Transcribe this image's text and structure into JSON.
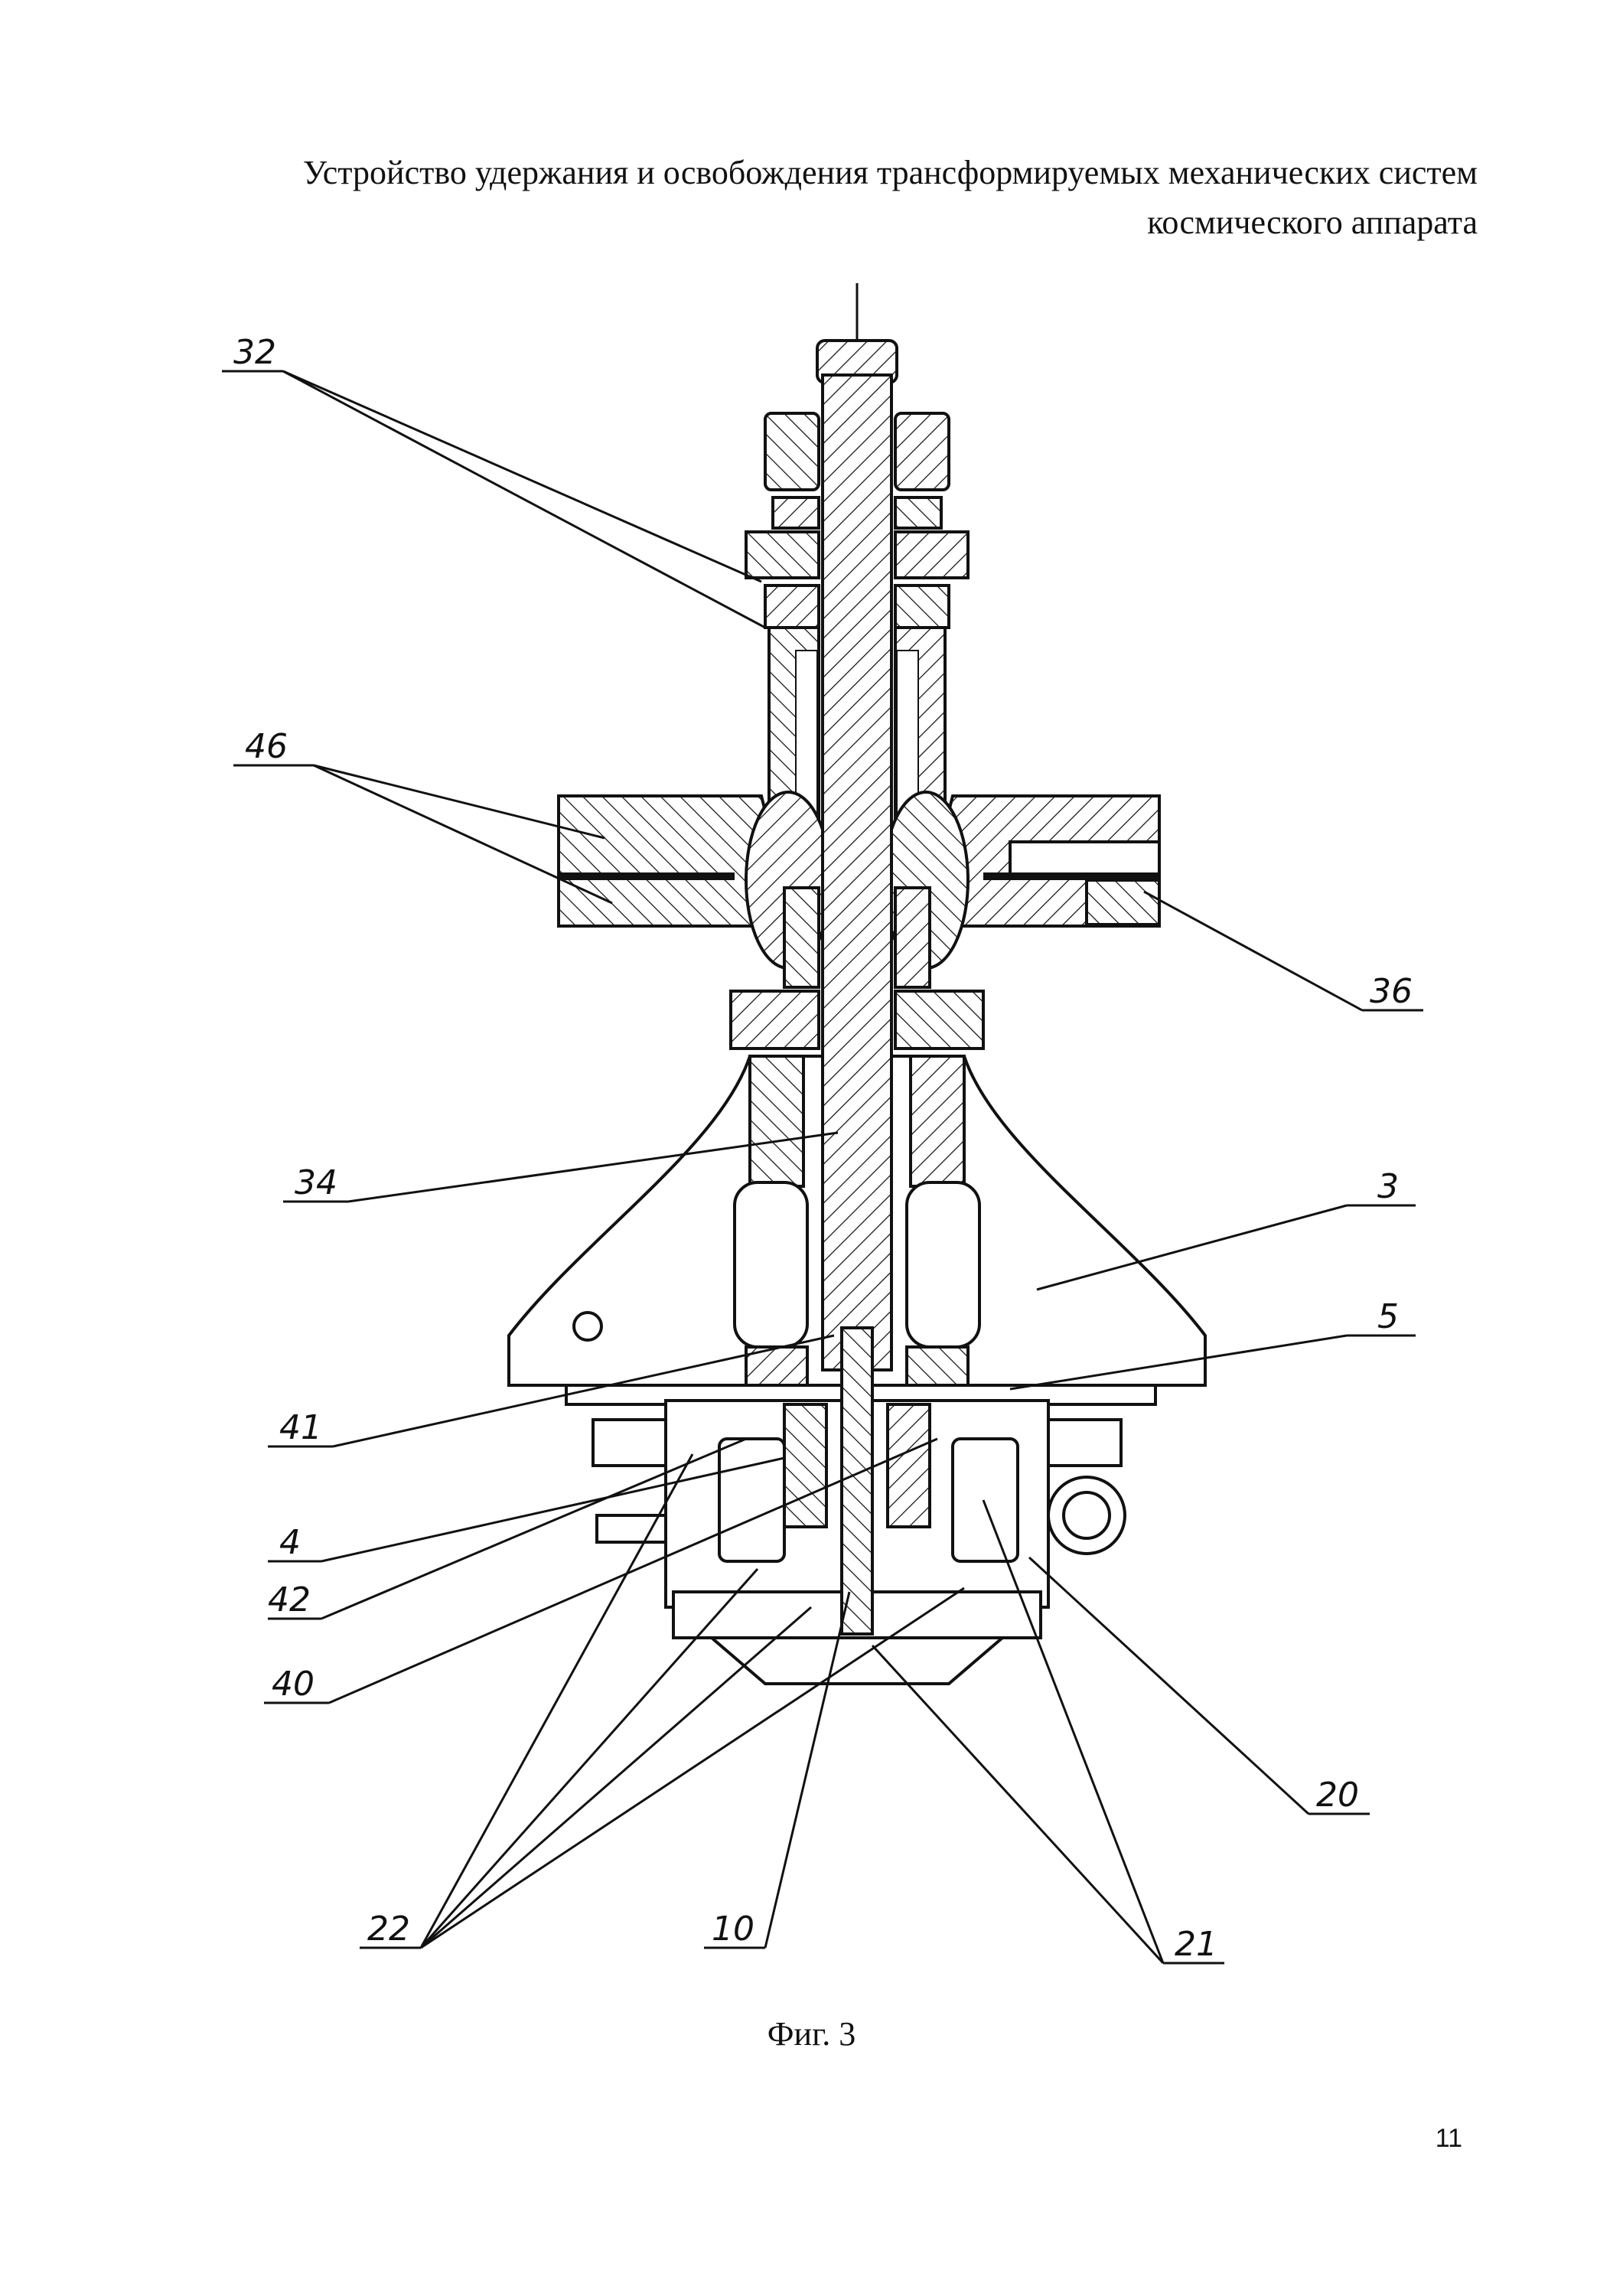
{
  "document": {
    "title_line_1": "Устройство удержания и освобождения трансформируемых механических систем",
    "title_line_2": "космического аппарата",
    "caption": "Фиг. 3",
    "page_number": "11"
  },
  "callouts": [
    {
      "id": "32",
      "text": "32"
    },
    {
      "id": "46",
      "text": "46"
    },
    {
      "id": "36",
      "text": "36"
    },
    {
      "id": "34",
      "text": "34"
    },
    {
      "id": "3",
      "text": "3"
    },
    {
      "id": "5",
      "text": "5"
    },
    {
      "id": "41",
      "text": "41"
    },
    {
      "id": "4",
      "text": "4"
    },
    {
      "id": "42",
      "text": "42"
    },
    {
      "id": "40",
      "text": "40"
    },
    {
      "id": "20",
      "text": "20"
    },
    {
      "id": "22",
      "text": "22"
    },
    {
      "id": "10",
      "text": "10"
    },
    {
      "id": "21",
      "text": "21"
    }
  ]
}
